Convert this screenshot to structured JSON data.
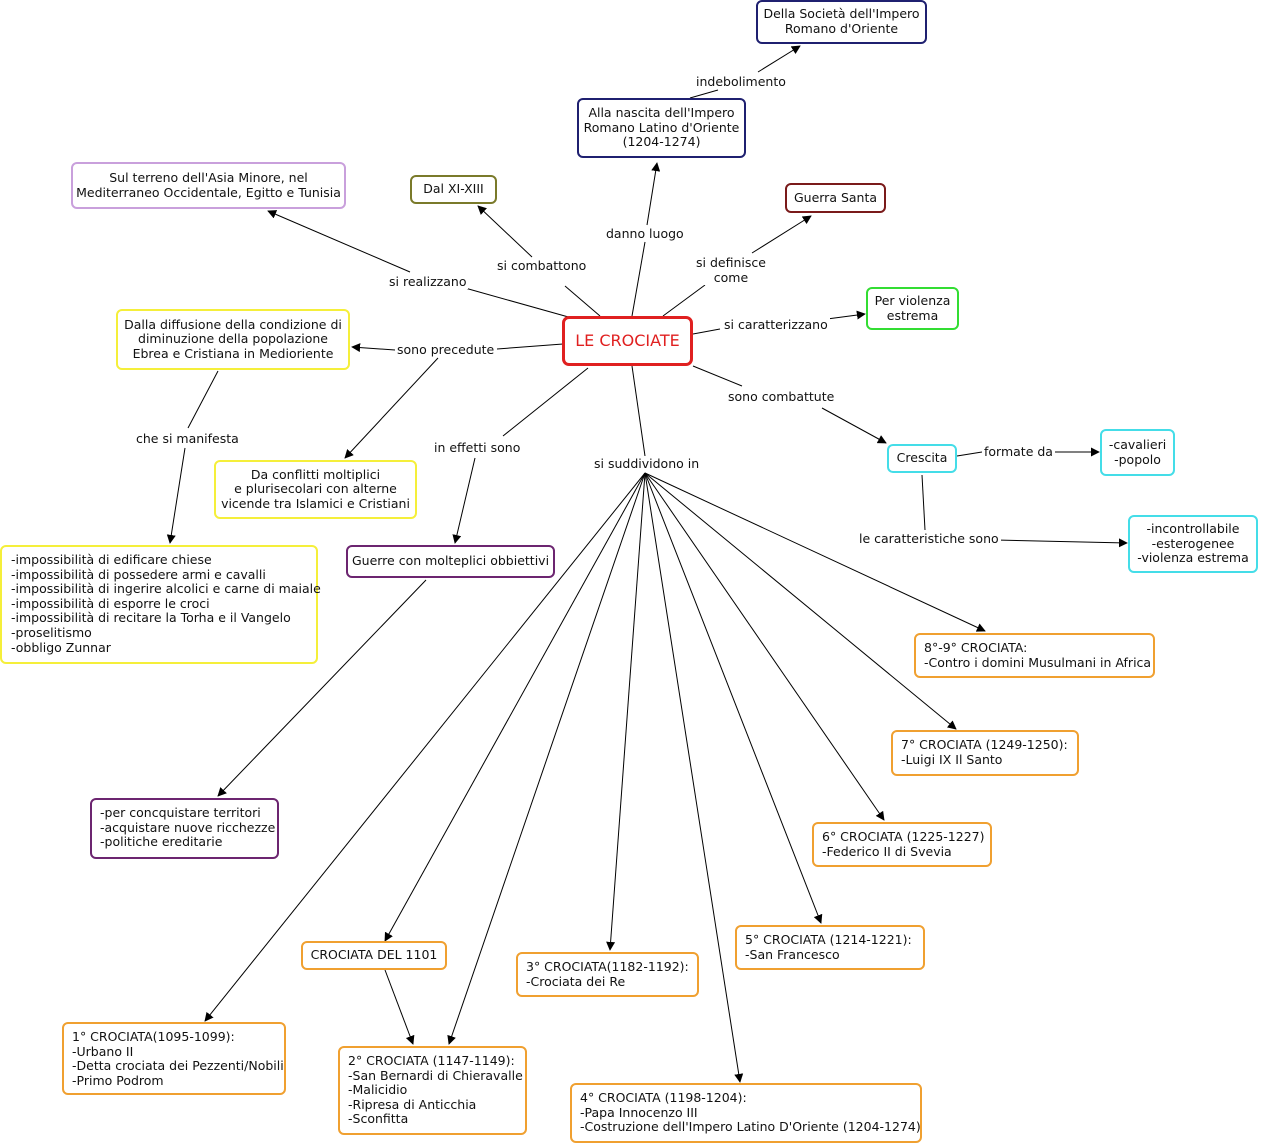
{
  "center": "LE CROCIATE",
  "nodes": {
    "impero_oriente": "Della Società dell'Impero\nRomano d'Oriente",
    "impero_latino": "Alla nascita dell'Impero\nRomano Latino d'Oriente\n(1204-1274)",
    "terreno": "Sul terreno dell'Asia Minore, nel\nMediterraneo Occidentale, Egitto e Tunisia",
    "periodo": "Dal XI-XIII",
    "guerra_santa": "Guerra Santa",
    "violenza": "Per violenza\nestrema",
    "diffusione": "Dalla diffusione della condizione di\ndiminuzione della popolazione\nEbrea e Cristiana in Medioriente",
    "conflitti": "Da conflitti moltiplici\ne plurisecolari con alterne\nvicende tra Islamici e Cristiani",
    "impossibilita": "-impossibilità di edificare chiese\n-impossibilità di possedere armi e cavalli\n-impossibilità di ingerire alcolici e carne di maiale\n-impossibilità di esporre le croci\n-impossibilità di recitare la Torha e il Vangelo\n-proselitismo\n-obbligo Zunnar",
    "guerre_obiettivi": "Guerre con molteplici obbiettivi",
    "obiettivi": "-per concquistare territori\n-acquistare nuove ricchezze\n-politiche ereditarie",
    "crescita": "Crescita",
    "composizione": "-cavalieri\n-popolo",
    "caratteristiche": "-incontrollabile\n-esterogenee\n-violenza estrema",
    "c89": "8°-9° CROCIATA:\n-Contro i domini Musulmani in Africa",
    "c7": "7° CROCIATA (1249-1250):\n-Luigi IX Il Santo",
    "c6": "6° CROCIATA (1225-1227)\n-Federico II di Svevia",
    "c5": "5° CROCIATA (1214-1221):\n-San Francesco",
    "c4": "4° CROCIATA (1198-1204):\n-Papa Innocenzo III\n-Costruzione dell'Impero Latino D'Oriente (1204-1274)",
    "c3": "3° CROCIATA(1182-1192):\n-Crociata dei Re",
    "c1101": "CROCIATA DEL 1101",
    "c2": "2° CROCIATA (1147-1149):\n-San Bernardi di Chieravalle\n-Malicidio\n-Ripresa di Anticchia\n-Sconfitta",
    "c1": "1° CROCIATA(1095-1099):\n-Urbano II\n-Detta crociata dei Pezzenti/Nobili\n-Primo Podrom"
  },
  "links": {
    "indebolimento": "indebolimento",
    "danno_luogo": "danno luogo",
    "si_realizzano": "si realizzano",
    "si_combattono": "si combattono",
    "si_definisce": "si definisce\ncome",
    "si_caratterizzano": "si caratterizzano",
    "sono_precedute": "sono precedute",
    "che_si_manifesta": "che si manifesta",
    "in_effetti": "in effetti sono",
    "sono_combattute": "sono combattute",
    "formate_da": "formate da",
    "caratteristiche_sono": "le caratteristiche sono",
    "si_suddividono": "si suddividono in"
  }
}
